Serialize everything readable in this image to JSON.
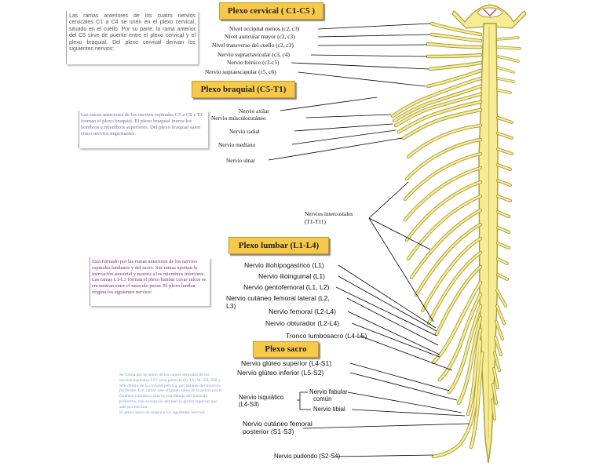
{
  "plexus_cervical": {
    "title": "Plexo cervical ( C1-C5 )",
    "description": "Las ramas anteriores de los cuatro nervios cervicales C1 a C4 se unen en el plexo cervical, situado en el cuello. Por su parte, la rama anterior del C5 sirve de puente entre el plexo cervical y el plexo braquial. Del plexo cervical derivan los siguientes nervios:",
    "nerves": [
      "Nivel occipital menos (c2, c3)",
      "Nivel auricular mayor (c2, c3)",
      "Nivel transverso del cuello (c2, c3)",
      "Nervio supraclavicular (c3, c4)",
      "Nervio frénico (c3-c5)",
      "Nervio supraescapular (c5, c6)"
    ]
  },
  "plexus_braquial": {
    "title": "Plexo braquial (C5-T1)",
    "description": "Las raíces anteriores de los nervios espinales C5 a C8 y T1 forman el plexo braquial. El plexo braquial inerva los hombros y miembros superiores. Del plexo braquial salen cinco nervios importantes:",
    "nerves": [
      "Nervio axilar",
      "Nervio músculocutáneo",
      "Nervio radial",
      "Nervio mediano",
      "Nervio ulnar"
    ]
  },
  "intercostal": {
    "line1": "Nervios intercostales",
    "line2": "(T1-T11)"
  },
  "plexus_lumbar": {
    "title": "Plexo lumbar (L1-L4)",
    "description": "Está formado por las ramas anteriores de los nervios espinales lumbares y del sacro. Sus ramas aportan la inervación sensorial y motora a los miembros inferiores. Las ramas L1-L3 forman el plexo lumbar cuyas raíces se encuentran entre el músculo psoas. El plexo lumbar origina los siguientes nervios:",
    "nerves": [
      "Nervio iliohipogastrico (L1)",
      "Nervio ilioinguinal (L1)",
      "Nervio gentofemoral (L1, L2)",
      "Nervio cutáneo femoral lateral (L2,",
      "L3)",
      "Nervio femoral (L2-L4)",
      "Nervio obturador (L2-L4)",
      "Tronco lumbosacro (L4-L5)"
    ]
  },
  "plexus_sacro": {
    "title": "Plexo sacro",
    "description": "Se forma por la unión de los ramos ventrales de los nervios espinales LIV (una parte de él), LV, SI, SII, SIII y SIV dentro de la cavidad pélvica, por delante del músculo piriforme. Los ramos que originan salen de la pelvis por el foramen isquiático mayor, por debajo del músculo piriforme, con excepción del nervio glúteo superior que sale por encima.",
    "description2": "El plexo sacro da origen a los siguientes nervios:",
    "nerves": {
      "gluteo_superior": "Nervio glúteo superior (L4-S1)",
      "gluteo_inferior": "Nervio glúteo inferior (L5-S2)",
      "isquiatico_1": "Nervio isquiático",
      "isquiatico_2": "(L4-S3)",
      "fabular_1": "Nervio fabular",
      "fabular_2": "común",
      "tibial": "Nervio tibial",
      "cutaneo_1": "Nervio cutáneo femoral",
      "cutaneo_2": "posterior (S1-S3)",
      "pudendo": "Nervio pudendo (S2-S4)"
    }
  },
  "colors": {
    "nerve_fill": "#f7ec93",
    "nerve_outline": "#a89b3a",
    "badge": "#f7c94a",
    "lumbar_text": "#7a2e86",
    "braquial_text": "#6d6da8",
    "sacro_text": "#8899cc"
  }
}
